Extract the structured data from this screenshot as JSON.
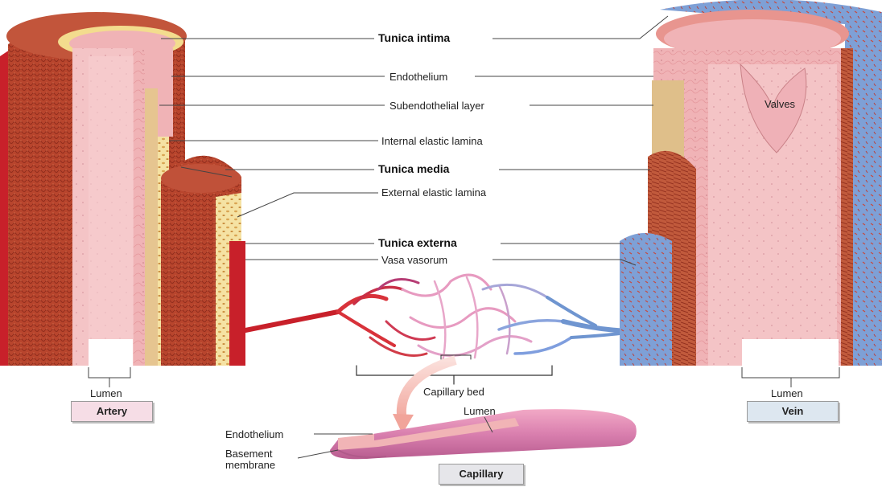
{
  "labels": {
    "tunica_intima": "Tunica intima",
    "endothelium_top": "Endothelium",
    "subendothelial_layer": "Subendothelial layer",
    "internal_elastic_lamina": "Internal elastic lamina",
    "tunica_media": "Tunica media",
    "external_elastic_lamina": "External elastic lamina",
    "tunica_externa": "Tunica externa",
    "vasa_vasorum": "Vasa vasorum",
    "valves": "Valves",
    "lumen_artery": "Lumen",
    "lumen_vein": "Lumen",
    "lumen_capillary": "Lumen",
    "capillary_bed": "Capillary bed",
    "endothelium_capillary": "Endothelium",
    "basement_membrane_line1": "Basement",
    "basement_membrane_line2": "membrane"
  },
  "boxes": {
    "artery": "Artery",
    "vein": "Vein",
    "capillary": "Capillary"
  },
  "colors": {
    "artery_red": "#c8202a",
    "artery_box": "#f6dde6",
    "vein_blue": "#6f95d0",
    "vein_box": "#dde7f0",
    "capillary_box": "#e6e6ea",
    "media_brown": "#b5442c",
    "intima_pink": "#eeaab0",
    "subendothelial_tan": "#dfbf8a",
    "elastic_yellow": "#f3dc8e"
  }
}
